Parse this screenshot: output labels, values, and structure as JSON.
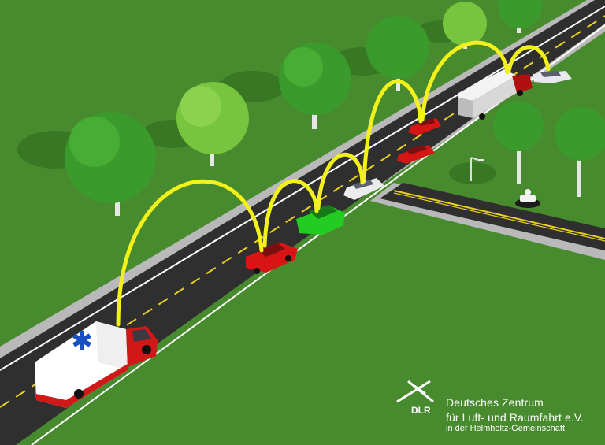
{
  "colors": {
    "grass": "#4e9132",
    "road": "#2f2f2f",
    "road_edge": "#b8b8b8",
    "lane_white": "#ffffff",
    "lane_yellow": "#e8d020",
    "link_arc": "#f2f21a",
    "ambulance_body": "#ffffff",
    "ambulance_stripe": "#d01818",
    "star_of_life": "#1a4fc4",
    "car_red": "#d81515",
    "car_green": "#22cc22",
    "car_white": "#ececec",
    "truck_cab": "#b01010",
    "police_car": "#e8e8ee"
  },
  "icons": {
    "ambulance": "ambulance-vehicle",
    "star_of_life": "star-of-life-icon",
    "motorcycle": "police-motorcycle",
    "streetlight": "street-lamp",
    "logo": "dlr-logo-icon"
  },
  "vehicle_chain": [
    "ambulance",
    "red car",
    "green car",
    "white car",
    "red car",
    "red car",
    "truck",
    "police car"
  ],
  "logo": {
    "abbrev": "DLR",
    "line1": "Deutsches Zentrum",
    "line2": "für Luft- und Raumfahrt e.V.",
    "line3": "in der Helmholtz-Gemeinschaft"
  }
}
